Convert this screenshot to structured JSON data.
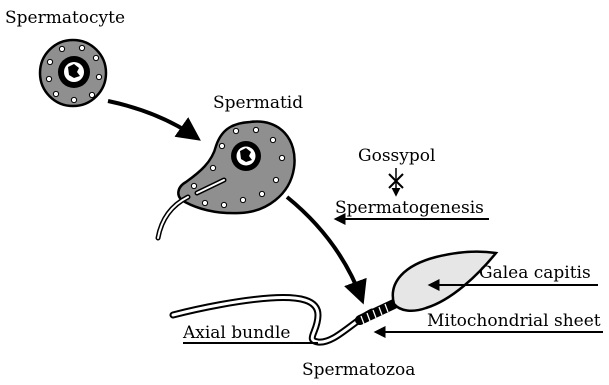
{
  "labels": {
    "spermatocyte": "Spermatocyte",
    "spermatid": "Spermatid",
    "gossypol": "Gossypol",
    "spermatogenesis": "Spermatogenesis",
    "galea_capitis": "Galea capitis",
    "mitochondrial_sheet": "Mitochondrial sheet",
    "axial_bundle": "Axial bundle",
    "spermatozoa": "Spermatozoa"
  },
  "colors": {
    "cell_fill": "#8f8f8f",
    "head_fill": "#e6e6e6",
    "line": "#000000"
  }
}
